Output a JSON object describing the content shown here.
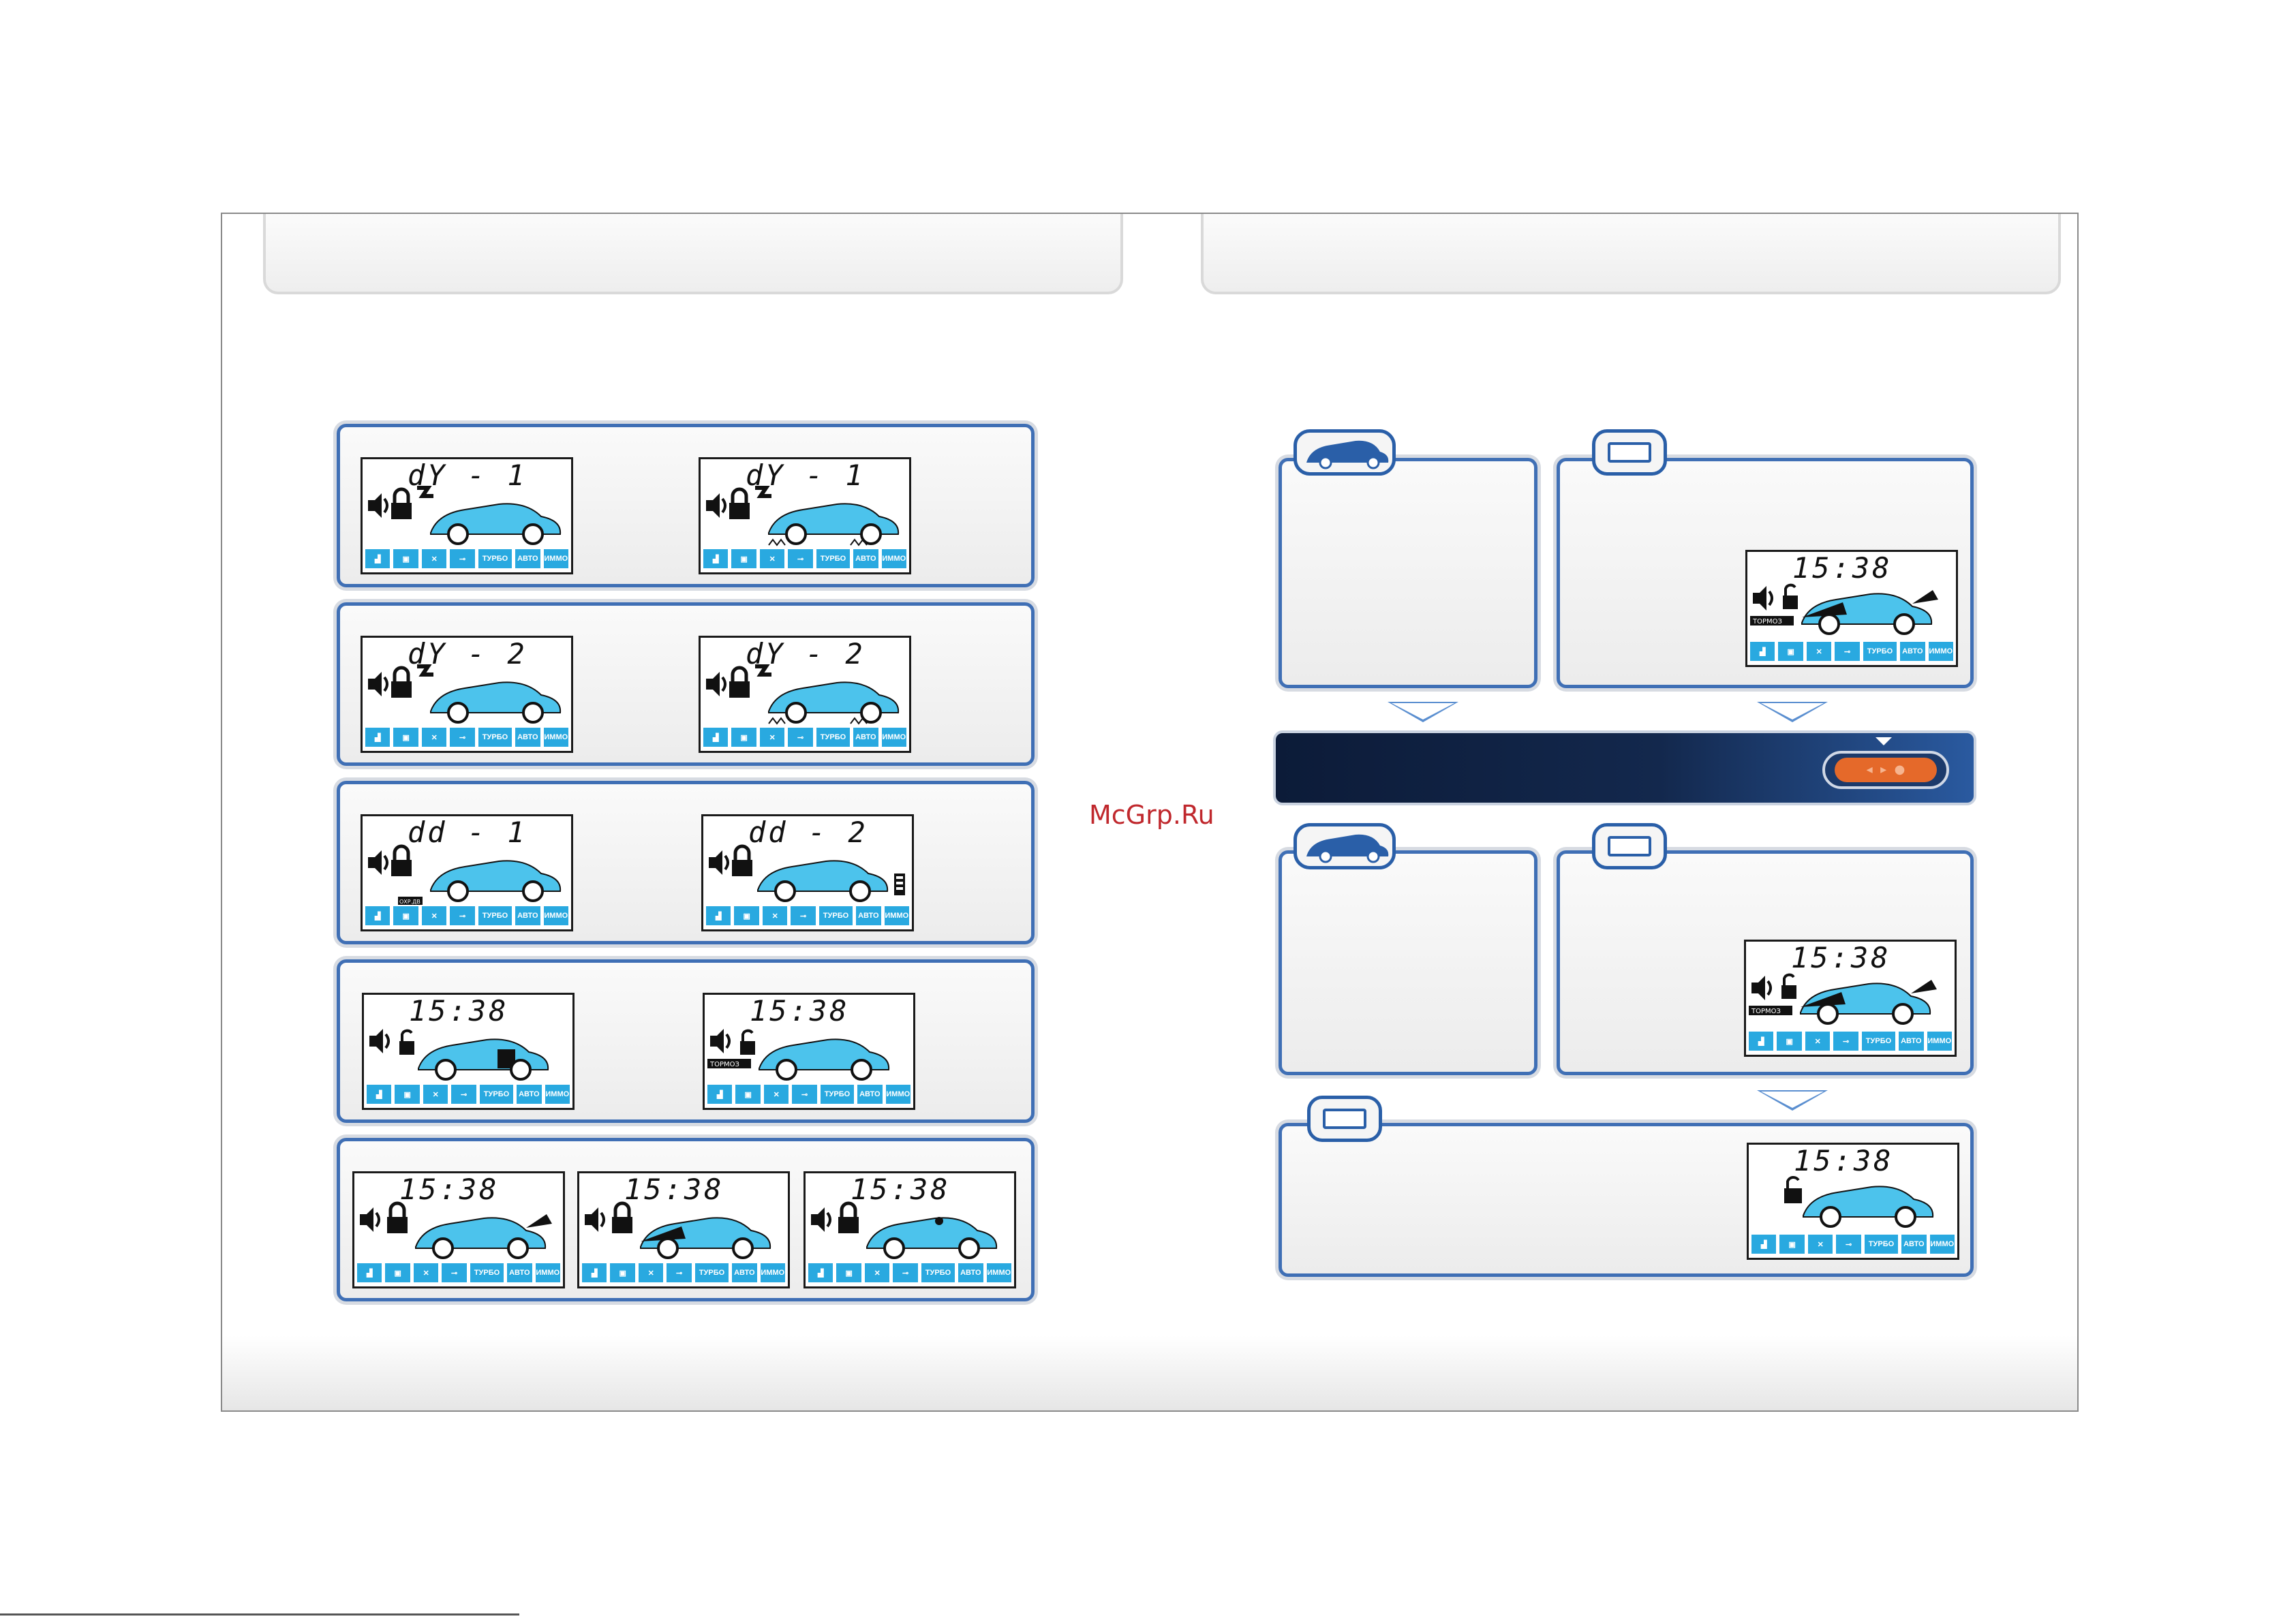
{
  "watermark": "McGrp.Ru",
  "icon_bar": [
    "",
    "",
    "",
    "",
    "ТУРБО",
    "АВТО",
    "ИММО"
  ],
  "tags": {
    "brake": "ТОРМОЗ",
    "door": "ОХР.ДВ"
  },
  "left_panels": [
    {
      "screens": [
        {
          "text": "dY - 1",
          "icons": [
            "speaker-icon",
            "lock-icon",
            "shock-icon",
            "car-icon"
          ]
        },
        {
          "text": "dY - 1",
          "icons": [
            "speaker-icon",
            "lock-icon",
            "shock-icon",
            "car-shaking-icon"
          ]
        }
      ]
    },
    {
      "screens": [
        {
          "text": "dY - 2",
          "icons": [
            "speaker-icon",
            "lock-icon",
            "shock-icon",
            "car-icon"
          ]
        },
        {
          "text": "dY - 2",
          "icons": [
            "speaker-icon",
            "lock-icon",
            "shock-icon",
            "car-shaking-icon"
          ]
        }
      ]
    },
    {
      "screens": [
        {
          "text": "dd - 1",
          "icons": [
            "speaker-icon",
            "lock-icon",
            "car-icon"
          ]
        },
        {
          "text": "dd - 2",
          "icons": [
            "speaker-icon",
            "lock-icon",
            "car-icon",
            "battery-icon"
          ]
        }
      ]
    },
    {
      "screens": [
        {
          "text": "15:38",
          "icons": [
            "speaker-icon",
            "unlock-icon",
            "car-door-open-icon"
          ]
        },
        {
          "text": "15:38",
          "icons": [
            "speaker-icon",
            "unlock-icon",
            "car-icon"
          ]
        }
      ]
    },
    {
      "screens": [
        {
          "text": "15:38",
          "icons": [
            "speaker-icon",
            "lock-icon",
            "car-trunk-open-icon"
          ]
        },
        {
          "text": "15:38",
          "icons": [
            "speaker-icon",
            "lock-icon",
            "car-hood-open-icon"
          ]
        },
        {
          "text": "15:38",
          "icons": [
            "speaker-icon",
            "lock-icon",
            "car-interior-icon"
          ]
        }
      ]
    }
  ],
  "right_screens": [
    {
      "text": "15:38"
    },
    {
      "text": "15:38"
    },
    {
      "text": "15:38"
    }
  ],
  "colors": {
    "accent": "#29a9e0",
    "panel_border": "#3f6fb5",
    "nav_dark": "#0c1b38",
    "button_orange": "#e5692a"
  }
}
